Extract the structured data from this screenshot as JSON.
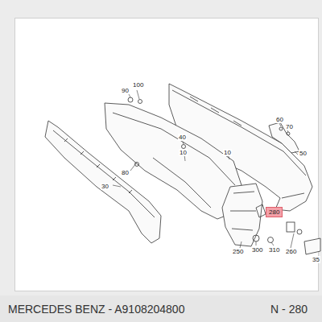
{
  "diagram": {
    "nodes": [
      {
        "text": [
          "280"
        ]
      },
      {
        "text": [
          "MERCEDES BENZ - A9108204800",
          "N - 280"
        ]
      }
    ],
    "labels": [
      "90",
      "100",
      "60",
      "70",
      "40",
      "80",
      "10",
      "10",
      "30",
      "50",
      "250",
      "300",
      "310",
      "260",
      "35"
    ]
  }
}
